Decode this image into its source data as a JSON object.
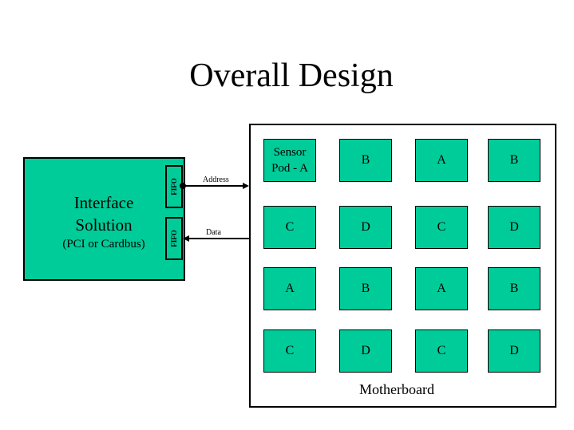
{
  "title": "Overall Design",
  "interface": {
    "line1": "Interface",
    "line2": "Solution",
    "subtitle": "(PCI or Cardbus)",
    "fifos": [
      {
        "label": "FIFO"
      },
      {
        "label": "FIFO"
      }
    ]
  },
  "connections": {
    "address": {
      "label": "Address",
      "direction": "to-motherboard"
    },
    "data": {
      "label": "Data",
      "direction": "to-interface"
    }
  },
  "motherboard": {
    "label": "Motherboard",
    "grid": [
      [
        "Sensor Pod - A",
        "B",
        "A",
        "B"
      ],
      [
        "C",
        "D",
        "C",
        "D"
      ],
      [
        "A",
        "B",
        "A",
        "B"
      ],
      [
        "C",
        "D",
        "C",
        "D"
      ]
    ]
  },
  "colors": {
    "box_fill": "#00cc99",
    "stroke": "#000000"
  }
}
